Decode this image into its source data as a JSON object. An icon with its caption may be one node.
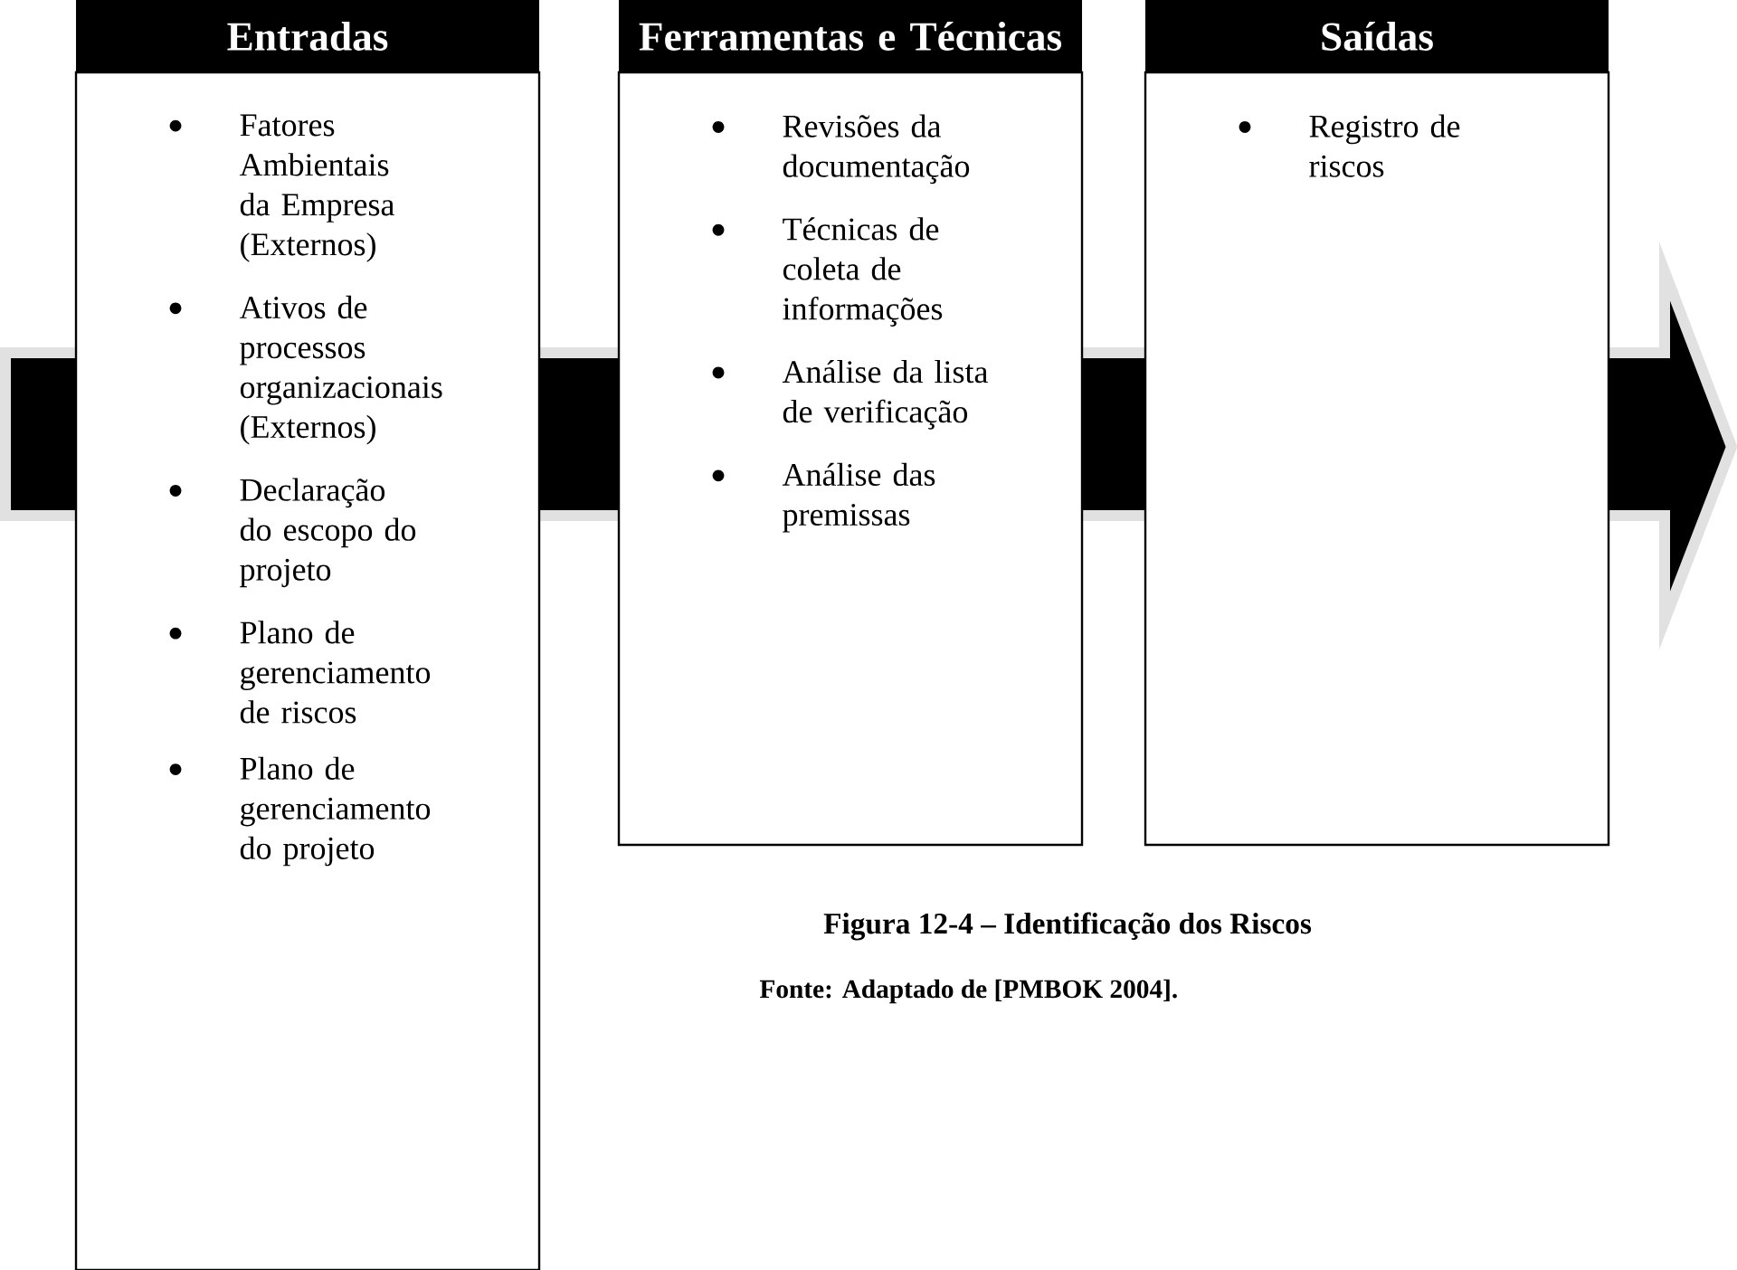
{
  "diagram": {
    "caption": "Figura 12-4 – Identificação dos Riscos",
    "nodes": [
      {
        "text": [
          "Entradas",
          "Fatores Ambientais da Empresa (Externos)",
          "Ativos de processos organizacionais (Externos)",
          "Declaração do escopo do projeto",
          "Plano de gerenciamento de riscos",
          "Plano de gerenciamento do projeto"
        ]
      },
      {
        "text": [
          "Ferramentas e Técnicas",
          "Revisões da documentação",
          "Técnicas de coleta de informações",
          "Análise da lista de verificação",
          "Análise das premissas"
        ]
      },
      {
        "text": [
          "Saídas",
          "Registro de riscos"
        ]
      }
    ],
    "labels": [
      "Fonte: Adaptado de [PMBOK 2004]."
    ]
  }
}
